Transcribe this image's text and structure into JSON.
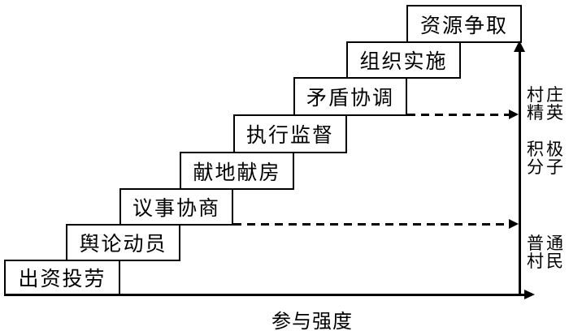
{
  "diagram": {
    "type": "ladder-diagram",
    "title": "参与强度",
    "steps": [
      {
        "label": "出资投劳"
      },
      {
        "label": "舆论动员"
      },
      {
        "label": "议事协商"
      },
      {
        "label": "献地献房"
      },
      {
        "label": "执行监督"
      },
      {
        "label": "矛盾协调"
      },
      {
        "label": "组织实施"
      },
      {
        "label": "资源争取"
      }
    ],
    "y_axis": {
      "groups": [
        {
          "label": "村庄精英"
        },
        {
          "label": "积极分子"
        },
        {
          "label": "普通村民"
        }
      ]
    },
    "colors": {
      "line": "#000000",
      "background": "#ffffff"
    }
  }
}
